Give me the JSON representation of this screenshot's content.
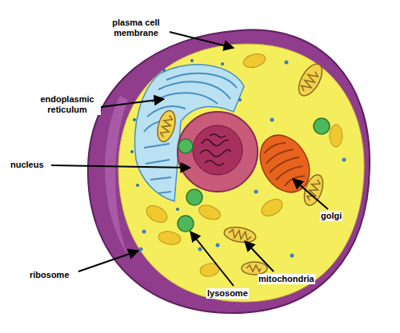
{
  "diagram": {
    "labels": [
      "plasma cell membrane",
      "endoplasmic reticulum",
      "nucleus",
      "golgi",
      "ribosome",
      "lysosome",
      "mitochondria"
    ]
  }
}
